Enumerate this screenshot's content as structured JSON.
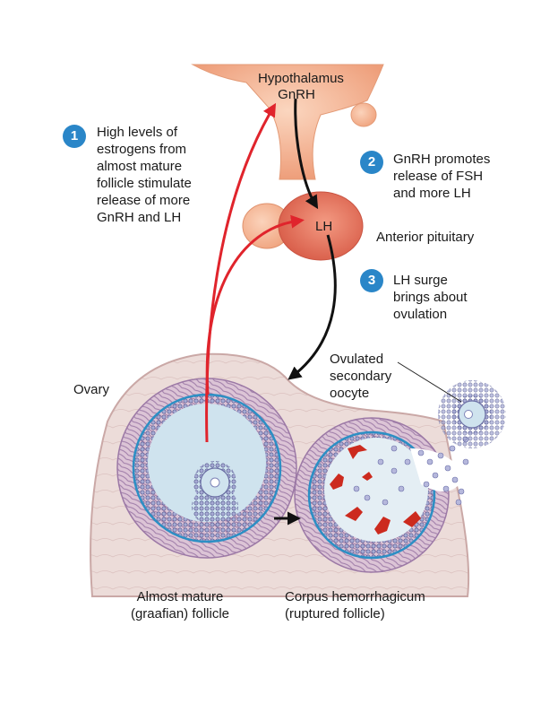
{
  "labels": {
    "hypothalamus": "Hypothalamus",
    "gnrh": "GnRH",
    "lh": "LH",
    "anterior_pituitary": "Anterior pituitary",
    "ovary": "Ovary",
    "ovulated_oocyte": "Ovulated\nsecondary\noocyte",
    "graafian_follicle": "Almost mature\n(graafian) follicle",
    "corpus_hemorrhagicum": "Corpus hemorrhagicum\n(ruptured follicle)"
  },
  "steps": [
    {
      "number": "1",
      "text": "High levels of\nestrogens from\nalmost mature\nfollicle stimulate\nrelease of more\nGnRH and LH"
    },
    {
      "number": "2",
      "text": "GnRH promotes\nrelease of FSH\nand more LH"
    },
    {
      "number": "3",
      "text": "LH surge\nbrings about\novulation"
    }
  ],
  "colors": {
    "hypothalamus": "#f4b38f",
    "pituitary": "#ea7d63",
    "estrogen_arrow": "#e0242c",
    "hormone_arrow": "#111111",
    "ovary_tissue": "#ead9d6",
    "follicle_fluid": "#cfe3ee",
    "follicle_rim": "#2c8fc4",
    "granulosa": "#8b8fbf",
    "blood_clot": "#cc2a1e",
    "badge": "#2a86c8"
  }
}
